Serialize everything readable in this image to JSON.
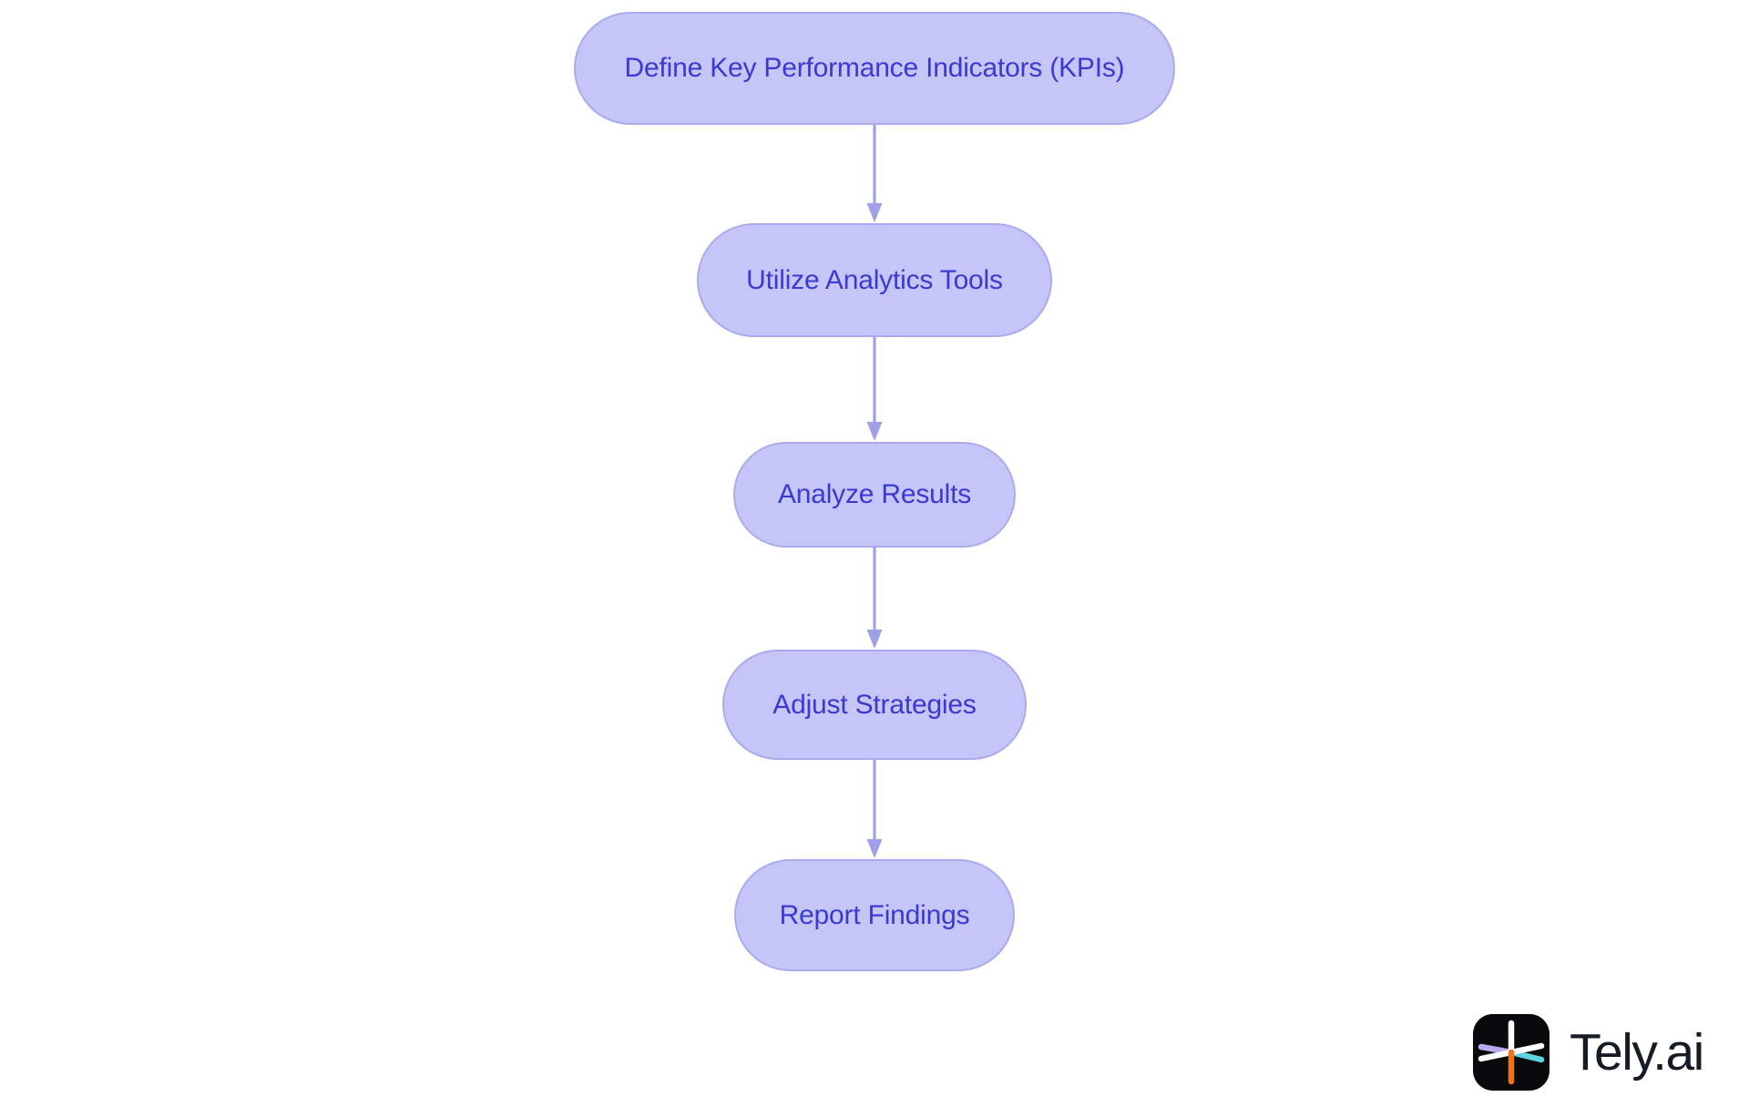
{
  "diagram": {
    "type": "flowchart",
    "orientation": "vertical",
    "background_color": "#ffffff",
    "node_fill_color": "#c5c6f7",
    "node_border_color": "#aaabef",
    "node_text_color": "#3b39d4",
    "connector_color": "#9fa0ea",
    "nodes": [
      {
        "id": "kpi",
        "label": "Define Key Performance Indicators (KPIs)"
      },
      {
        "id": "tools",
        "label": "Utilize Analytics Tools"
      },
      {
        "id": "analyze",
        "label": "Analyze Results"
      },
      {
        "id": "adjust",
        "label": "Adjust Strategies"
      },
      {
        "id": "report",
        "label": "Report Findings"
      }
    ],
    "edges": [
      {
        "from": "kpi",
        "to": "tools",
        "arrow": "down"
      },
      {
        "from": "tools",
        "to": "analyze",
        "arrow": "down"
      },
      {
        "from": "analyze",
        "to": "adjust",
        "arrow": "down"
      },
      {
        "from": "adjust",
        "to": "report",
        "arrow": "down"
      }
    ]
  },
  "branding": {
    "wordmark": "Tely.ai",
    "wordmark_color": "#161b26",
    "mark_background": "#090a0b",
    "mark_colors": {
      "white": "#ffffff",
      "purple": "#b9a8f0",
      "cyan": "#5fd4e0",
      "orange": "#f2711c"
    }
  }
}
